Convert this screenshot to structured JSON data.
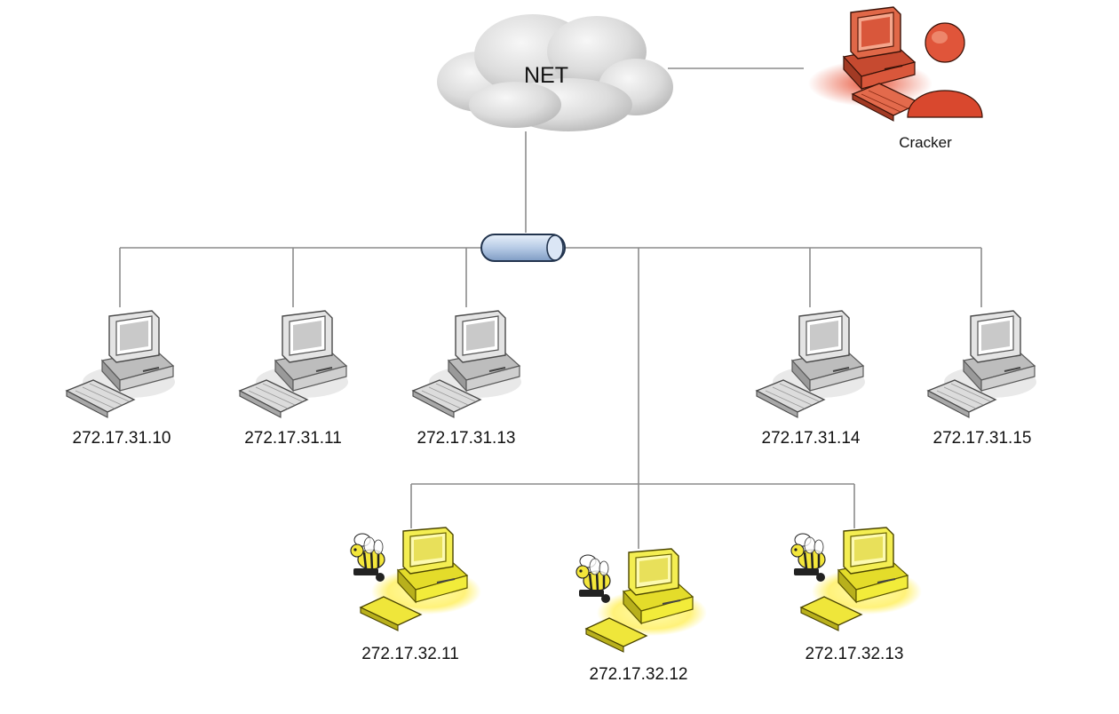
{
  "diagram": {
    "cloud_label": "NET",
    "attacker_label": "Cracker",
    "hosts": [
      {
        "ip": "272.17.31.10"
      },
      {
        "ip": "272.17.31.11"
      },
      {
        "ip": "272.17.31.13"
      },
      {
        "ip": "272.17.31.14"
      },
      {
        "ip": "272.17.31.15"
      }
    ],
    "honeypots": [
      {
        "ip": "272.17.32.11"
      },
      {
        "ip": "272.17.32.12"
      },
      {
        "ip": "272.17.32.13"
      }
    ],
    "colors": {
      "wire": "#8c8c8c",
      "host_computer": "#e6e6e6",
      "honeypot_computer": "#f2ec3a",
      "honeypot_glow": "#fff59a",
      "attacker_computer": "#d9573b",
      "switch": "#b7cbe6",
      "cloud": "#d7d7d7"
    }
  }
}
